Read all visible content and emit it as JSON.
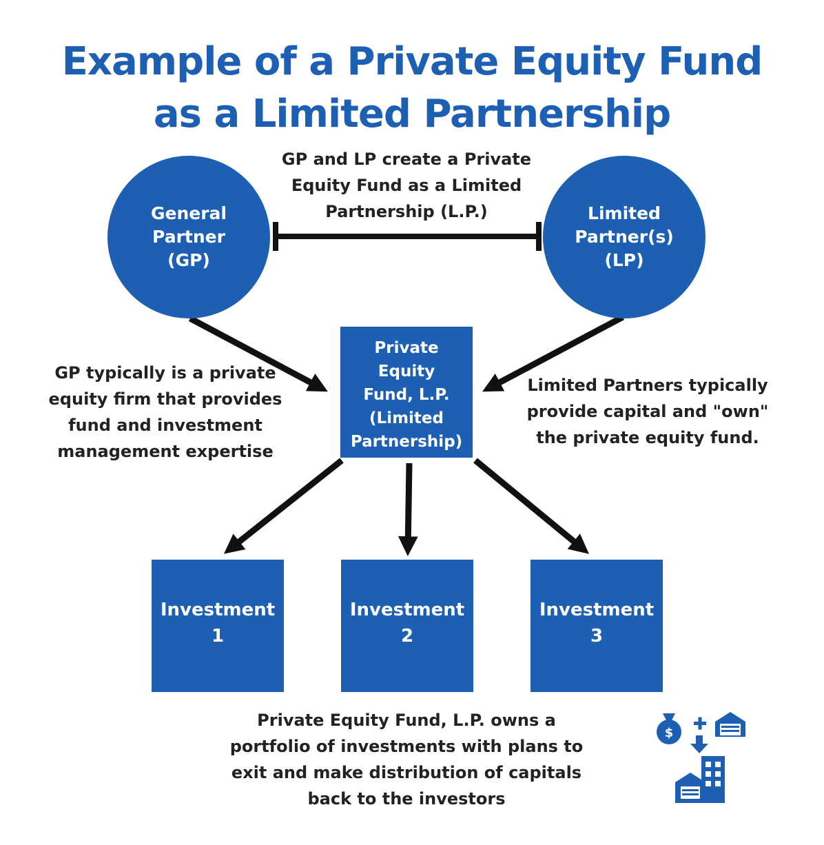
{
  "title": {
    "line1": "Example of a Private Equity Fund",
    "line2": "as a Limited Partnership"
  },
  "nodes": {
    "general_partner": {
      "line1": "General",
      "line2": "Partner",
      "line3": "(GP)"
    },
    "limited_partners": {
      "line1": "Limited",
      "line2": "Partner(s)",
      "line3": "(LP)"
    },
    "fund": {
      "line1": "Private",
      "line2": "Equity",
      "line3": "Fund, L.P.",
      "line4": "(Limited",
      "line5": "Partnership)"
    },
    "investments": [
      {
        "line1": "Investment",
        "line2": "1"
      },
      {
        "line1": "Investment",
        "line2": "2"
      },
      {
        "line1": "Investment",
        "line2": "3"
      }
    ]
  },
  "annotations": {
    "top": {
      "line1": "GP and LP create a Private",
      "line2": "Equity Fund as a Limited",
      "line3": "Partnership (L.P.)"
    },
    "gp_note": {
      "line1": "GP typically is a private",
      "line2": "equity firm that provides",
      "line3": "fund and investment",
      "line4": "management expertise"
    },
    "lp_note": {
      "line1": "Limited Partners typically",
      "line2": "provide capital and \"own\"",
      "line3": "the private equity fund."
    },
    "bottom": {
      "line1": "Private Equity Fund, L.P. owns a",
      "line2": "portfolio of investments with plans to",
      "line3": "exit and make distribution of capitals",
      "line4": "back to the investors"
    }
  },
  "icon": {
    "name": "money-plus-building-merge-icon"
  },
  "colors": {
    "primary": "#1d5fb3",
    "arrow": "#111111",
    "text": "#222222"
  }
}
